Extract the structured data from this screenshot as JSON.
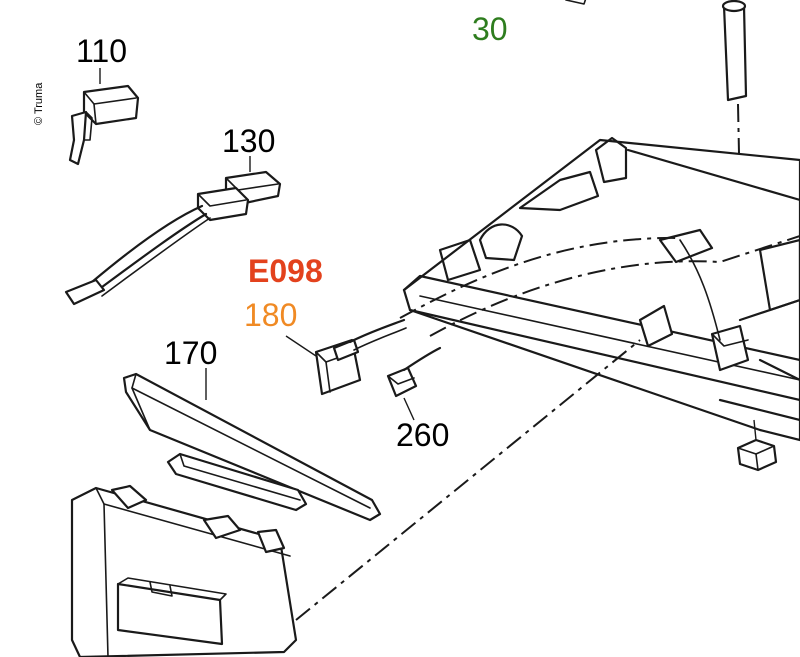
{
  "copyright": "© Truma",
  "colors": {
    "default": "#000000",
    "green": "#2e7d1e",
    "red": "#e3421d",
    "orange": "#f08a24"
  },
  "labels": {
    "p30": "30",
    "p110": "110",
    "p130": "130",
    "pE098": "E098",
    "p180": "180",
    "p170": "170",
    "p260": "260"
  }
}
